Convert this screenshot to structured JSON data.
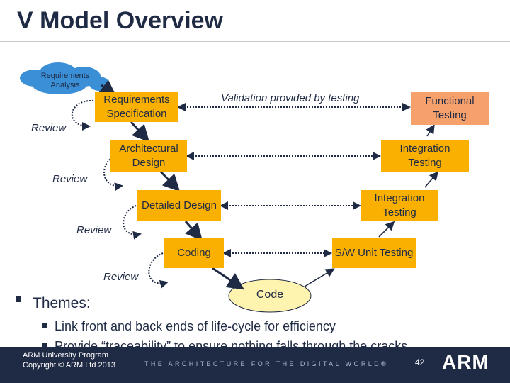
{
  "title": "V Model Overview",
  "nodes": {
    "requirements_analysis": "Requirements Analysis",
    "requirements_spec": "Requirements Specification",
    "architectural_design": "Architectural Design",
    "detailed_design": "Detailed Design",
    "coding": "Coding",
    "functional_testing": "Functional Testing",
    "integration_testing_upper": "Integration Testing",
    "integration_testing_lower": "Integration Testing",
    "sw_unit_testing": "S/W Unit Testing",
    "code": "Code"
  },
  "review_label": "Review",
  "validation_label": "Validation provided by testing",
  "themes": {
    "heading": "Themes:",
    "items": [
      "Link front and back ends of life-cycle for efficiency",
      "Provide “traceability” to ensure nothing falls through the cracks"
    ]
  },
  "footer": {
    "program": "ARM University Program",
    "copyright": "Copyright © ARM Ltd 2013",
    "tagline": "THE ARCHITECTURE FOR THE DIGITAL WORLD®",
    "page_number": "42",
    "logo": "ARM"
  },
  "colors": {
    "box_fill": "#f9b000",
    "functional_testing_fill": "#f6a06c",
    "cloud_fill": "#3a8fd6",
    "code_fill": "#fff3b0",
    "text_navy": "#1f2a44",
    "footer_bg": "#1f2a44"
  }
}
